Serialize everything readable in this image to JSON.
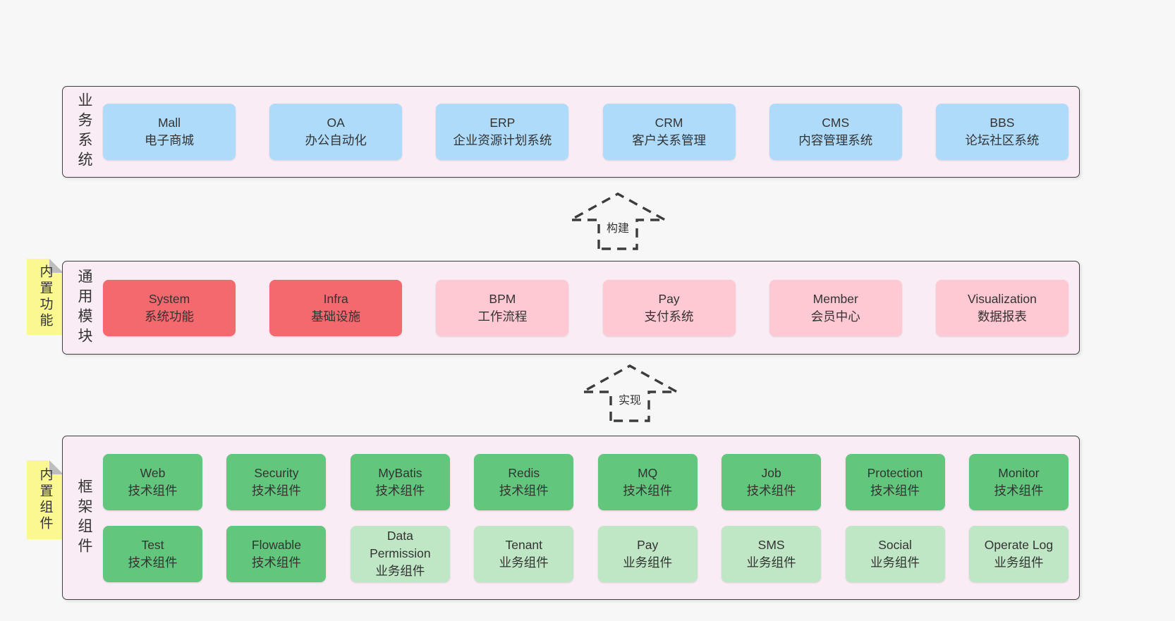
{
  "colors": {
    "page_bg": "#f7f7f7",
    "band_bg": "#f9ecf5",
    "band_border": "#3f3f3f",
    "blue": "#aedbfa",
    "red": "#f4696e",
    "pink": "#fec9d3",
    "green": "#62c77d",
    "green_light": "#c0e7c5",
    "sticky_yellow": "#fbf892",
    "fold_gray": "#bdbdbd",
    "arrow_stroke": "#3c3c3c",
    "text": "#333333"
  },
  "arrows": [
    {
      "label": "构建"
    },
    {
      "label": "实现"
    }
  ],
  "bands": [
    {
      "label": "业务系统",
      "sticky": null,
      "rows": [
        [
          {
            "title": "Mall",
            "subtitle": "电子商城",
            "variant": "blue"
          },
          {
            "title": "OA",
            "subtitle": "办公自动化",
            "variant": "blue"
          },
          {
            "title": "ERP",
            "subtitle": "企业资源计划系统",
            "variant": "blue"
          },
          {
            "title": "CRM",
            "subtitle": "客户关系管理",
            "variant": "blue"
          },
          {
            "title": "CMS",
            "subtitle": "内容管理系统",
            "variant": "blue"
          },
          {
            "title": "BBS",
            "subtitle": "论坛社区系统",
            "variant": "blue"
          }
        ]
      ]
    },
    {
      "label": "通用模块",
      "sticky": "内置功能",
      "rows": [
        [
          {
            "title": "System",
            "subtitle": "系统功能",
            "variant": "red"
          },
          {
            "title": "Infra",
            "subtitle": "基础设施",
            "variant": "red"
          },
          {
            "title": "BPM",
            "subtitle": "工作流程",
            "variant": "pink"
          },
          {
            "title": "Pay",
            "subtitle": "支付系统",
            "variant": "pink"
          },
          {
            "title": "Member",
            "subtitle": "会员中心",
            "variant": "pink"
          },
          {
            "title": "Visualization",
            "subtitle": "数据报表",
            "variant": "pink"
          }
        ]
      ]
    },
    {
      "label": "框架组件",
      "sticky": "内置组件",
      "rows": [
        [
          {
            "title": "Web",
            "subtitle": "技术组件",
            "variant": "green"
          },
          {
            "title": "Security",
            "subtitle": "技术组件",
            "variant": "green"
          },
          {
            "title": "MyBatis",
            "subtitle": "技术组件",
            "variant": "green"
          },
          {
            "title": "Redis",
            "subtitle": "技术组件",
            "variant": "green"
          },
          {
            "title": "MQ",
            "subtitle": "技术组件",
            "variant": "green"
          },
          {
            "title": "Job",
            "subtitle": "技术组件",
            "variant": "green"
          },
          {
            "title": "Protection",
            "subtitle": "技术组件",
            "variant": "green"
          },
          {
            "title": "Monitor",
            "subtitle": "技术组件",
            "variant": "green"
          }
        ],
        [
          {
            "title": "Test",
            "subtitle": "技术组件",
            "variant": "green"
          },
          {
            "title": "Flowable",
            "subtitle": "技术组件",
            "variant": "green"
          },
          {
            "title": "Data Permission",
            "subtitle": "业务组件",
            "variant": "green_light"
          },
          {
            "title": "Tenant",
            "subtitle": "业务组件",
            "variant": "green_light"
          },
          {
            "title": "Pay",
            "subtitle": "业务组件",
            "variant": "green_light"
          },
          {
            "title": "SMS",
            "subtitle": "业务组件",
            "variant": "green_light"
          },
          {
            "title": "Social",
            "subtitle": "业务组件",
            "variant": "green_light"
          },
          {
            "title": "Operate Log",
            "subtitle": "业务组件",
            "variant": "green_light"
          }
        ]
      ]
    }
  ]
}
